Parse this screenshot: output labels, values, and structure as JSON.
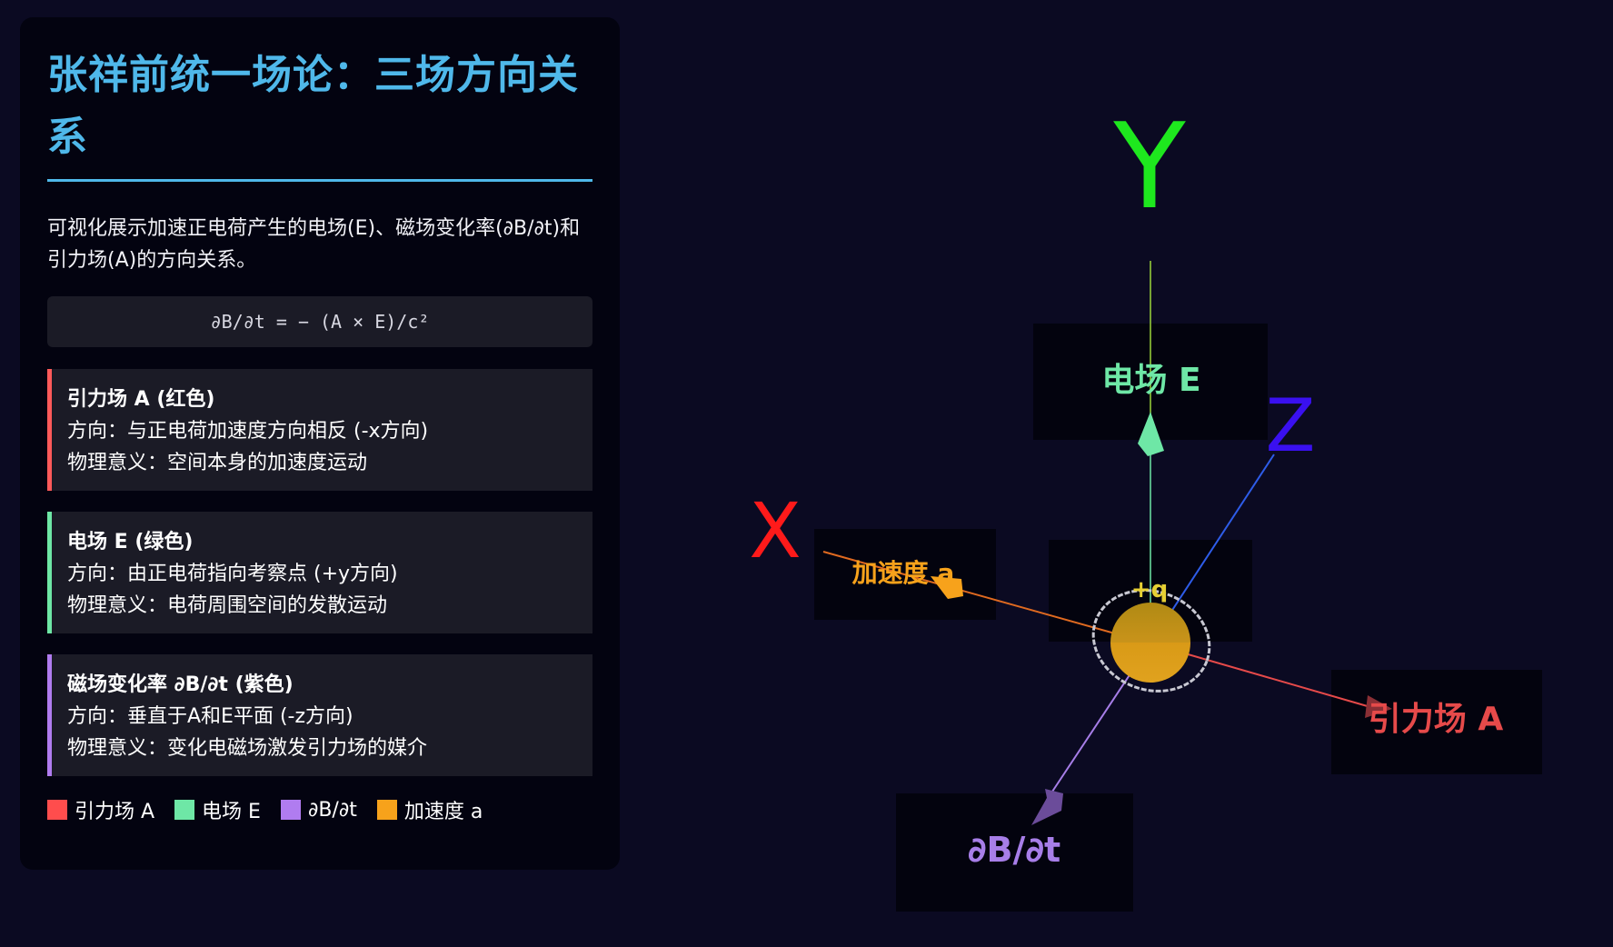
{
  "panel": {
    "title": "张祥前统一场论：三场方向关系",
    "description": "可视化展示加速正电荷产生的电场(E)、磁场变化率(∂B/∂t)和引力场(A)的方向关系。",
    "formula": "∂B/∂t = − (A × E)/c²",
    "cards": [
      {
        "title": "引力场 A (红色)",
        "direction": "方向：与正电荷加速度方向相反 (-x方向)",
        "meaning": "物理意义：空间本身的加速度运动",
        "color": "#ff5a5a"
      },
      {
        "title": "电场 E (绿色)",
        "direction": "方向：由正电荷指向考察点 (+y方向)",
        "meaning": "物理意义：电荷周围空间的发散运动",
        "color": "#6ee7a6"
      },
      {
        "title": "磁场变化率 ∂B/∂t (紫色)",
        "direction": "方向：垂直于A和E平面 (-z方向)",
        "meaning": "物理意义：变化电磁场激发引力场的媒介",
        "color": "#b07cf0"
      }
    ],
    "legend": [
      {
        "label": "引力场 A",
        "color": "#ff4d4d"
      },
      {
        "label": "电场 E",
        "color": "#6ee7a6"
      },
      {
        "label": "∂B/∂t",
        "color": "#b07cf0"
      },
      {
        "label": "加速度 a",
        "color": "#f7a21b"
      }
    ]
  },
  "scene": {
    "axes": {
      "x_label": "X",
      "y_label": "Y",
      "z_label": "Z",
      "x_color": "#ff1a1a",
      "y_color": "#1ee81e",
      "z_color": "#3a10f0"
    },
    "charge_label": "+q",
    "labels": {
      "electric_field": "电场 E",
      "acceleration": "加速度 a",
      "gravity_field": "引力场 A",
      "db_dt": "∂B/∂t"
    },
    "colors": {
      "electric": "#6ee7a6",
      "acceleration": "#f7a21b",
      "gravity": "#e64a4a",
      "dbdt": "#a77ee8",
      "charge": "#d99a17"
    }
  }
}
